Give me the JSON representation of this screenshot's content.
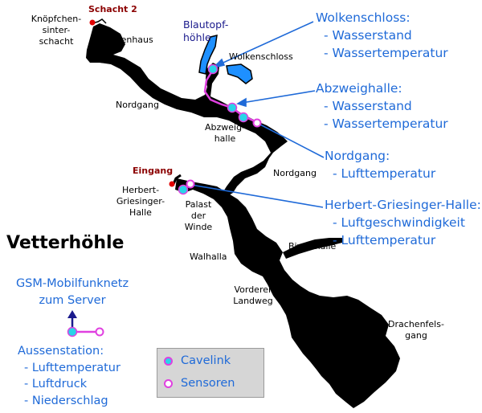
{
  "title": "Vetterhöhle",
  "places": {
    "schacht2": "Schacht 2",
    "knoepfchen": "Knöpfchen-\nsinter-\nschacht",
    "kartenhaus": "Kartenhaus",
    "blautopf": "Blautopf-\nhöhle",
    "wolkenschloss": "Wolkenschloss",
    "nordgang1": "Nordgang",
    "abzweighalle": "Abzweig-\nhalle",
    "nordgang2": "Nordgang",
    "eingang": "Eingang",
    "herbert": "Herbert-\nGriesinger-\nHalle",
    "palast": "Palast\nder\nWinde",
    "biwakhalle": "Biwakhalle",
    "walhalla": "Walhalla",
    "vorderer": "Vorderer\nLandweg",
    "drachenfels": "Drachenfels-\ngang"
  },
  "stations": {
    "wolkenschloss": {
      "name": "Wolkenschloss:",
      "items": [
        "- Wasserstand",
        "- Wassertemperatur"
      ]
    },
    "abzweighalle": {
      "name": "Abzweighalle:",
      "items": [
        "- Wasserstand",
        "- Wassertemperatur"
      ]
    },
    "nordgang": {
      "name": "Nordgang:",
      "items": [
        "- Lufttemperatur"
      ]
    },
    "herbert": {
      "name": "Herbert-Griesinger-Halle:",
      "items": [
        "- Luftgeschwindigkeit",
        "- Lufttemperatur"
      ]
    }
  },
  "gsm": "GSM-Mobilfunknetz\nzum Server",
  "outside": {
    "name": "Aussenstation:",
    "items": [
      "- Lufttemperatur",
      "- Luftdruck",
      "- Niederschlag"
    ]
  },
  "legend": {
    "cavelink": "Cavelink",
    "sensoren": "Sensoren"
  },
  "colors": {
    "cave": "#000000",
    "water": "#1e90ff",
    "cavelink": "#29d4e8",
    "sensor": "#e040e0",
    "link": "#1f6ad8",
    "entrance": "#e00000"
  }
}
